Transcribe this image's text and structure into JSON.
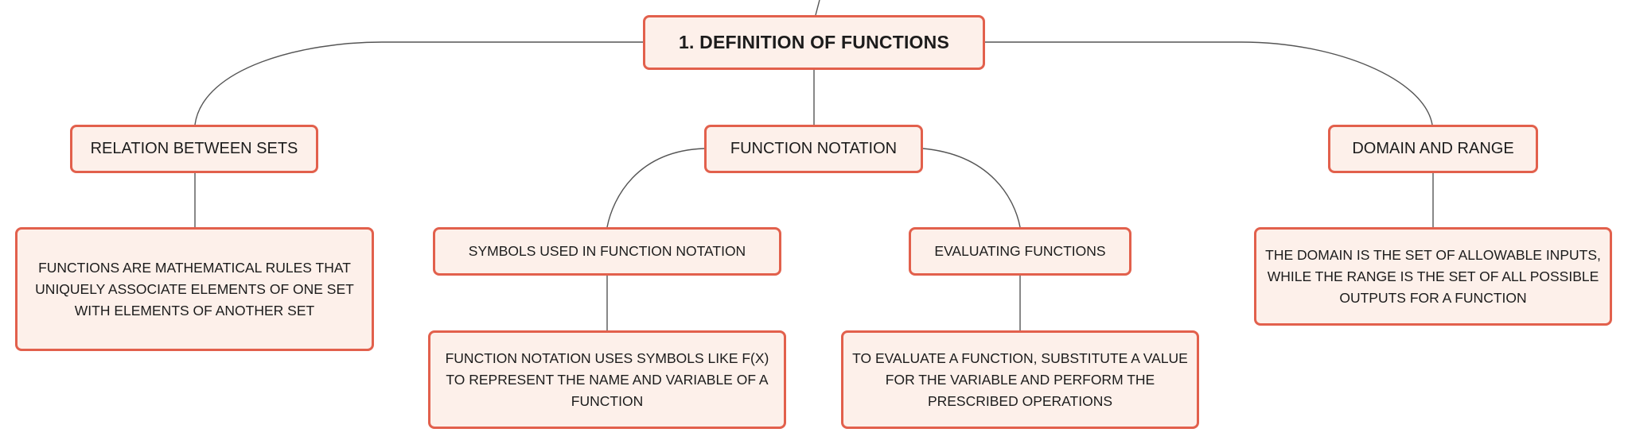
{
  "theme": {
    "node_fill": "#fdf0ea",
    "node_border": "#e2604c",
    "connector_color": "#555555"
  },
  "root": {
    "label": "1. DEFINITION OF FUNCTIONS"
  },
  "topics": {
    "relation": {
      "label": "RELATION BETWEEN SETS",
      "detail": "FUNCTIONS ARE MATHEMATICAL RULES THAT UNIQUELY ASSOCIATE ELEMENTS OF ONE SET WITH ELEMENTS OF ANOTHER SET"
    },
    "notation": {
      "label": "FUNCTION NOTATION",
      "subtopics": {
        "symbols": {
          "label": "SYMBOLS USED IN FUNCTION NOTATION",
          "detail": "FUNCTION NOTATION USES SYMBOLS LIKE F(X) TO REPRESENT THE NAME AND VARIABLE OF A FUNCTION"
        },
        "evaluating": {
          "label": "EVALUATING FUNCTIONS",
          "detail": "TO EVALUATE A FUNCTION, SUBSTITUTE A VALUE FOR THE VARIABLE AND PERFORM THE PRESCRIBED OPERATIONS"
        }
      }
    },
    "domain": {
      "label": "DOMAIN AND RANGE",
      "detail": "THE DOMAIN IS THE SET OF ALLOWABLE INPUTS, WHILE THE RANGE IS THE SET OF ALL POSSIBLE OUTPUTS FOR A FUNCTION"
    }
  }
}
